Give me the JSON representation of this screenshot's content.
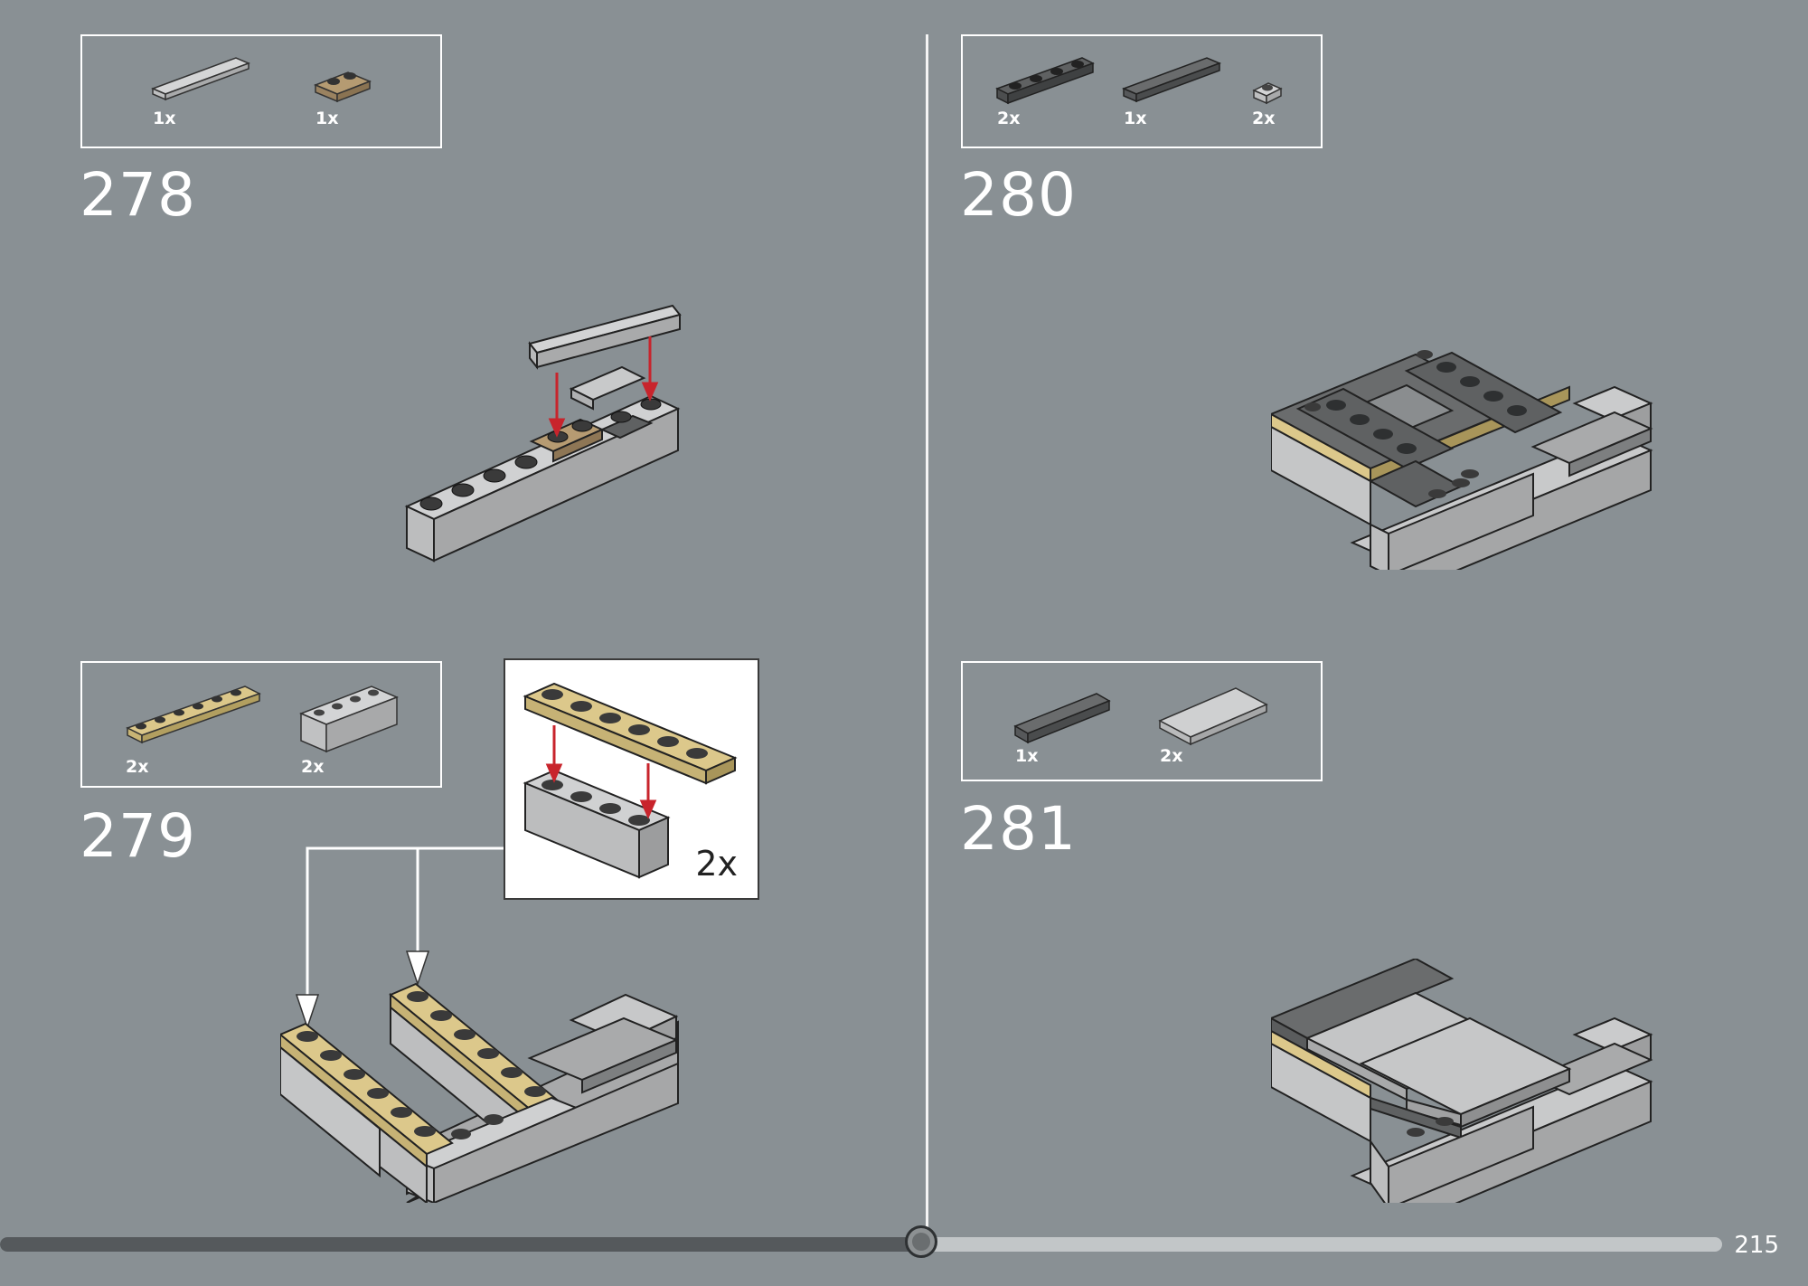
{
  "steps": [
    {
      "number": "278",
      "parts": [
        {
          "qty": "1x"
        },
        {
          "qty": "1x"
        }
      ]
    },
    {
      "number": "279",
      "parts": [
        {
          "qty": "2x"
        },
        {
          "qty": "2x"
        }
      ],
      "callout_qty": "2x"
    },
    {
      "number": "280",
      "parts": [
        {
          "qty": "2x"
        },
        {
          "qty": "1x"
        },
        {
          "qty": "2x"
        }
      ]
    },
    {
      "number": "281",
      "parts": [
        {
          "qty": "1x"
        },
        {
          "qty": "2x"
        }
      ]
    }
  ],
  "footer": {
    "page_number": "215",
    "progress": 0.535
  },
  "colors": {
    "background": "#899094",
    "light_gray": "#c8c9ca",
    "dark_gray": "#5e6061",
    "tan": "#d8c485",
    "dark_tan": "#a88f6a",
    "arrow_red": "#c8242c"
  }
}
